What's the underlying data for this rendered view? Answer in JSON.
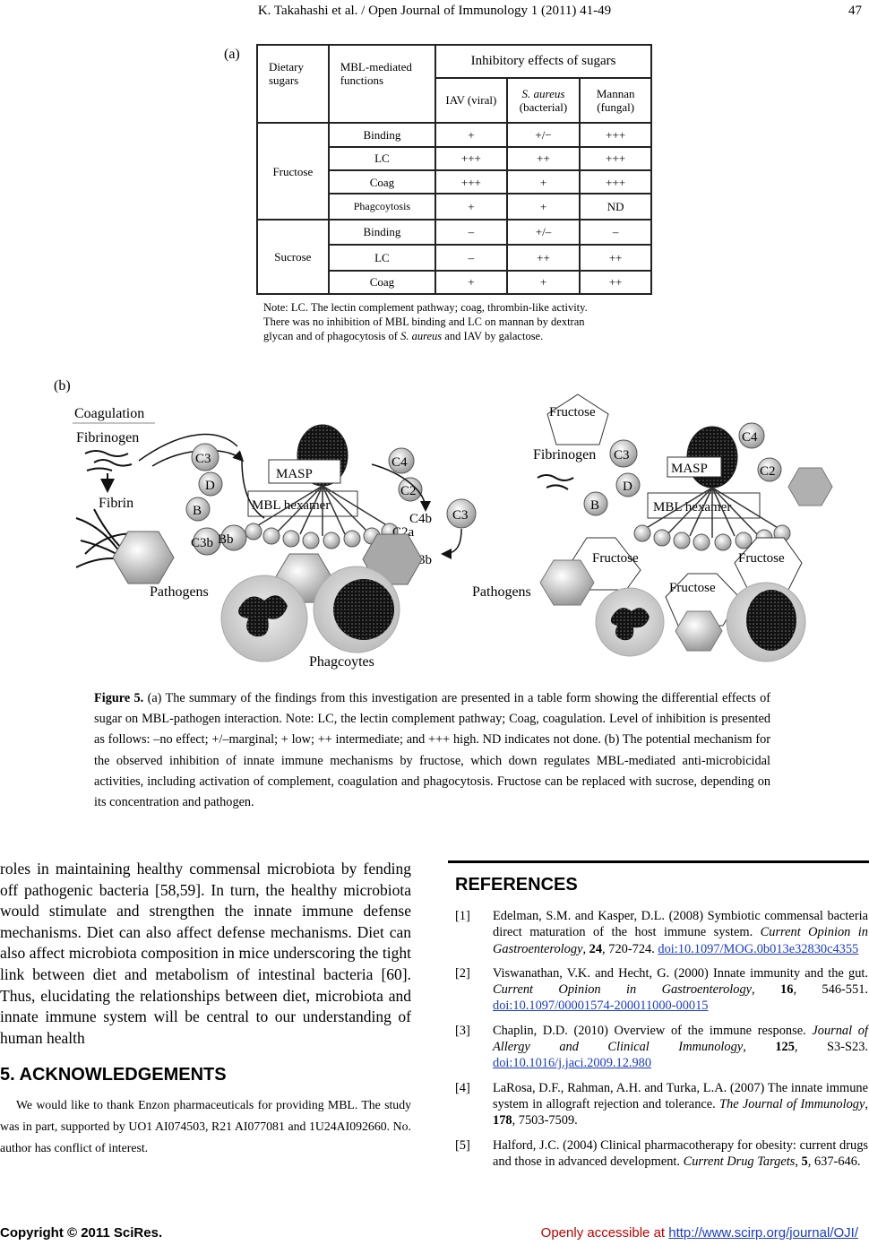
{
  "header": {
    "title": "K. Takahashi et al. / Open Journal of Immunology 1 (2011) 41-49",
    "page": "47"
  },
  "table_a": {
    "panel_label": "(a)",
    "col_dietary": "Dietary sugars",
    "col_functions": "MBL-mediated functions",
    "col_inhibitory": "Inhibitory effects of sugars",
    "col_iav": "IAV (viral)",
    "col_saureus_name": "S. aureus",
    "col_saureus_type": "(bacterial)",
    "col_mannan": "Mannan (fungal)",
    "fructose_label": "Fructose",
    "sucrose_label": "Sucrose",
    "fructose_rows": [
      {
        "fn": "Binding",
        "iav": "+",
        "sa": "+/−",
        "mn": "+++"
      },
      {
        "fn": "LC",
        "iav": "+++",
        "sa": "++",
        "mn": "+++"
      },
      {
        "fn": "Coag",
        "iav": "+++",
        "sa": "+",
        "mn": "+++"
      },
      {
        "fn": "Phagcoytosis",
        "iav": "+",
        "sa": "+",
        "mn": "ND"
      }
    ],
    "sucrose_rows": [
      {
        "fn": "Binding",
        "iav": "–",
        "sa": "+/–",
        "mn": "–"
      },
      {
        "fn": "LC",
        "iav": "–",
        "sa": "++",
        "mn": "++"
      },
      {
        "fn": "Coag",
        "iav": "+",
        "sa": "+",
        "mn": "++"
      }
    ],
    "note_line1": "Note: LC. The lectin complement pathway; coag, thrombin-like activity.",
    "note_line2": "There was no inhibition of MBL binding and LC on mannan by dextran",
    "note_line3a": "glycan and of phagocytosis of ",
    "note_line3b": "S. aureus",
    "note_line3c": " and IAV by galactose."
  },
  "figure_b": {
    "panel_label": "(b)",
    "coagulation": "Coagulation",
    "fibrinogen": "Fibrinogen",
    "fibrin": "Fibrin",
    "c3": "C3",
    "d": "D",
    "b": "B",
    "c3b": "C3b",
    "bb": "Bb",
    "masp": "MASP",
    "mbl_hexamer": "MBL hexamer",
    "c4": "C4",
    "c2": "C2",
    "c4b": "C4b",
    "c2a": "C2a",
    "pathogens": "Pathogens",
    "phagocytes": "Phagcoytes",
    "fructose": "Fructose"
  },
  "caption": {
    "label": "Figure 5.",
    "text": " (a) The summary of the findings from this investigation are presented in a table form showing the differential effects of sugar on MBL-pathogen interaction. Note: LC, the lectin complement pathway; Coag, coagulation. Level of inhibition is presented as follows: –no effect; +/–marginal; + low; ++ intermediate; and +++ high. ND indicates not done. (b) The potential mechanism for the observed inhibition of innate immune mechanisms by fructose, which down regulates MBL-mediated anti-microbicidal activities, including activation of complement, coagulation and phagocytosis. Fructose can be replaced with sucrose, depending on its concentration and pathogen."
  },
  "body": {
    "paragraph": "roles in maintaining healthy commensal microbiota by fending off pathogenic bacteria [58,59]. In turn, the healthy microbiota would stimulate and strengthen the innate immune defense mechanisms. Diet can also affect defense mechanisms. Diet can also affect microbiota composition in mice underscoring the tight link between diet and metabolism of intestinal bacteria [60]. Thus, elucidating the relationships between diet, microbiota and innate immune system will be central to our understanding of human health",
    "ack_heading": "5. ACKNOWLEDGEMENTS",
    "ack_text": "We would like to thank Enzon pharmaceuticals for providing MBL. The study was in part, supported by UO1 AI074503, R21 AI077081 and 1U24AI092660. No. author has conflict of interest."
  },
  "references": {
    "heading": "REFERENCES",
    "items": [
      {
        "num": "[1]",
        "pre": "Edelman, S.M. and Kasper, D.L. (2008) Symbiotic commensal bacteria direct maturation of the host immune system. ",
        "journal": "Current Opinion in Gastroenterology",
        "vol": "24",
        "pages": ", 720-724. ",
        "doi": "doi:10.1097/MOG.0b013e32830c4355"
      },
      {
        "num": "[2]",
        "pre": "Viswanathan, V.K. and Hecht, G. (2000) Innate immunity and the gut. ",
        "journal": "Current Opinion in Gastroenterology",
        "vol": "16",
        "pages": ", 546-551. ",
        "doi": "doi:10.1097/00001574-200011000-00015"
      },
      {
        "num": "[3]",
        "pre": "Chaplin, D.D. (2010) Overview of the immune response. ",
        "journal": "Journal of Allergy and Clinical Immunology",
        "vol": "125",
        "pages": ", S3-S23. ",
        "doi": "doi:10.1016/j.jaci.2009.12.980"
      },
      {
        "num": "[4]",
        "pre": "LaRosa, D.F., Rahman, A.H. and Turka, L.A. (2007) The innate immune system in allograft rejection and tolerance. ",
        "journal": "The Journal of Immunology",
        "vol": "178",
        "pages": ", 7503-7509.",
        "doi": ""
      },
      {
        "num": "[5]",
        "pre": "Halford, J.C. (2004) Clinical pharmacotherapy for obesity: current drugs and those in advanced development. ",
        "journal": "Current Drug Targets",
        "vol": "5",
        "pages": ", 637-646.",
        "doi": ""
      }
    ]
  },
  "footer": {
    "copyright": "Copyright © 2011 SciRes.",
    "open_text": "Openly accessible at ",
    "url": "http://www.scirp.org/journal/OJI/"
  }
}
